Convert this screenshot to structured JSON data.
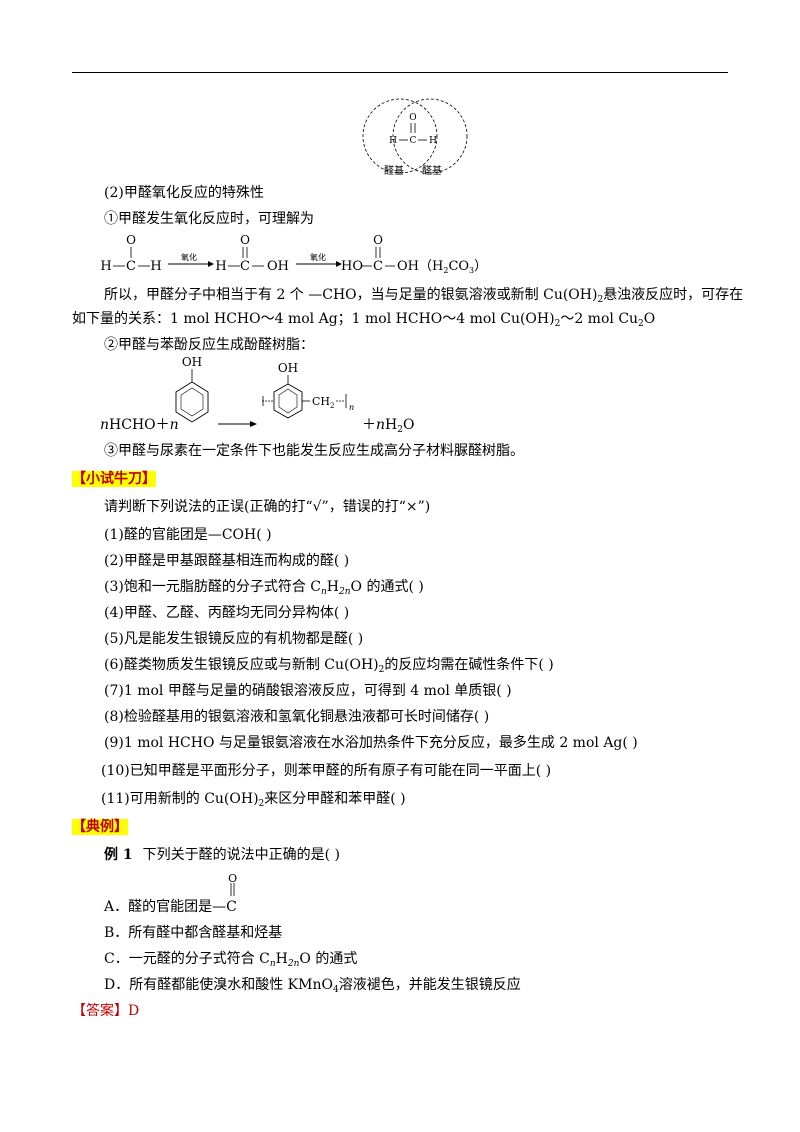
{
  "figure_venn": {
    "atom_o": "O",
    "atom_c": "C",
    "atom_h_left": "H",
    "atom_h_right": "H",
    "label_left": "醛基",
    "label_right": "醛基"
  },
  "sec2_title": "(2)甲醛氧化反应的特殊性",
  "item1_text": "①甲醛发生氧化反应时，可理解为",
  "oxidation_scheme": {
    "o1": "O",
    "o2": "O",
    "o3": "O",
    "m1_left": "H",
    "m1_c": "C",
    "m1_right": "H",
    "arrow1_label": "氧化",
    "m2_left": "H",
    "m2_c": "C",
    "m2_right": "OH",
    "arrow2_label": "氧化",
    "m3_left": "HO",
    "m3_c": "C",
    "m3_right": "OH（H",
    "m3_sub2": "2",
    "m3_mid": "CO",
    "m3_sub3": "3",
    "m3_end": "）"
  },
  "para_so": {
    "part1": "所以，甲醛分子中相当于有 2 个 —CHO，当与足量的银氨溶液或新制 Cu(OH)",
    "sub1": "2",
    "part2": "悬浊液反应时，可存在",
    "line2_a": "如下量的关系：1 mol HCHO～4 mol Ag；1 mol HCHO～4 mol Cu(OH)",
    "line2_sub1": "2",
    "line2_b": "～2 mol Cu",
    "line2_sub2": "2",
    "line2_c": "O"
  },
  "item2_text": "②甲醛与苯酚反应生成酚醛树脂：",
  "phenol_scheme": {
    "oh_top": "OH",
    "oh_prod": "OH",
    "ch2": "CH",
    "ch2_sub": "2",
    "n_end": "n",
    "left_n": "n",
    "left_formula": "HCHO＋",
    "left_n2": "n",
    "right_plus": "＋",
    "right_n": "n",
    "right_h": "H",
    "right_sub": "2",
    "right_o": "O"
  },
  "item3_text": "③甲醛与尿素在一定条件下也能发生反应生成高分子材料脲醛树脂。",
  "section_try": "【小试牛刀】",
  "try_instruction": "请判断下列说法的正误(正确的打“√”，错误的打“×”)",
  "tf_items": [
    {
      "text": "(1)醛的官能团是—COH(    )"
    },
    {
      "text": "(2)甲醛是甲基跟醛基相连而构成的醛(    )"
    },
    {
      "pre": "(3)饱和一元脂肪醛的分子式符合 C",
      "s1": "n",
      "mid": "H",
      "s2": "2n",
      "post": "O 的通式(        )"
    },
    {
      "text": "(4)甲醛、乙醛、丙醛均无同分异构体(    )"
    },
    {
      "text": "(5)凡是能发生银镜反应的有机物都是醛(    )"
    },
    {
      "pre": "(6)醛类物质发生银镜反应或与新制 Cu(OH)",
      "s1": "2",
      "post": "的反应均需在碱性条件下(        )"
    },
    {
      "text": "(7)1 mol 甲醛与足量的硝酸银溶液反应，可得到 4 mol 单质银(        )"
    },
    {
      "text": "(8)检验醛基用的银氨溶液和氢氧化铜悬浊液都可长时间储存(        )"
    },
    {
      "text": "(9)1 mol HCHO 与足量银氨溶液在水浴加热条件下充分反应，最多生成 2 mol Ag(      )"
    },
    {
      "text": "(10)已知甲醛是平面形分子，则苯甲醛的所有原子有可能在同一平面上(        )"
    },
    {
      "pre": "(11)可用新制的 Cu(OH)",
      "s1": "2",
      "post": "来区分甲醛和苯甲醛(        )"
    }
  ],
  "section_example": "【典例】",
  "example": {
    "label": "例 1",
    "question": "下列关于醛的说法中正确的是(        )",
    "optA_o": "O",
    "optA_text": "A．醛的官能团是—",
    "optA_c": "C",
    "optB": "B．所有醛中都含醛基和烃基",
    "optC_pre": "C．一元醛的分子式符合 C",
    "optC_s1": "n",
    "optC_mid": "H",
    "optC_s2": "2n",
    "optC_post": "O 的通式",
    "optD_pre": "D．所有醛都能使溴水和酸性 KMnO",
    "optD_s1": "4",
    "optD_post": "溶液褪色，并能发生银镜反应"
  },
  "answer_tag": "【答案】",
  "answer_value": "D"
}
